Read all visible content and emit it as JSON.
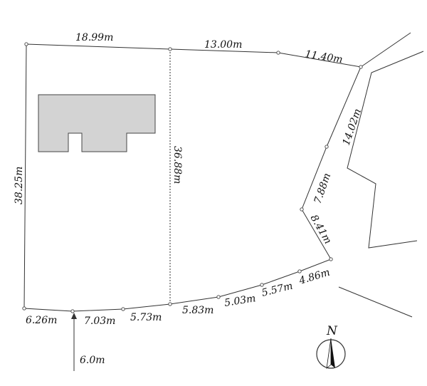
{
  "diagram": {
    "labels": {
      "top_1": "18.99m",
      "top_2": "13.00m",
      "top_3": "11.40m",
      "right_1": "14.02m",
      "right_2": "7.88m",
      "right_3": "8.41m",
      "bottom_1": "6.26m",
      "bottom_2": "7.03m",
      "bottom_3": "5.73m",
      "bottom_4": "5.83m",
      "bottom_5": "5.03m",
      "bottom_6": "5.57m",
      "bottom_7": "4.86m",
      "left": "38.25m",
      "divider": "36.88m",
      "road": "6.0m"
    },
    "compass": {
      "label": "N"
    },
    "colors": {
      "building_fill": "#d3d3d3",
      "building_stroke": "#444444",
      "line": "#333333"
    }
  }
}
